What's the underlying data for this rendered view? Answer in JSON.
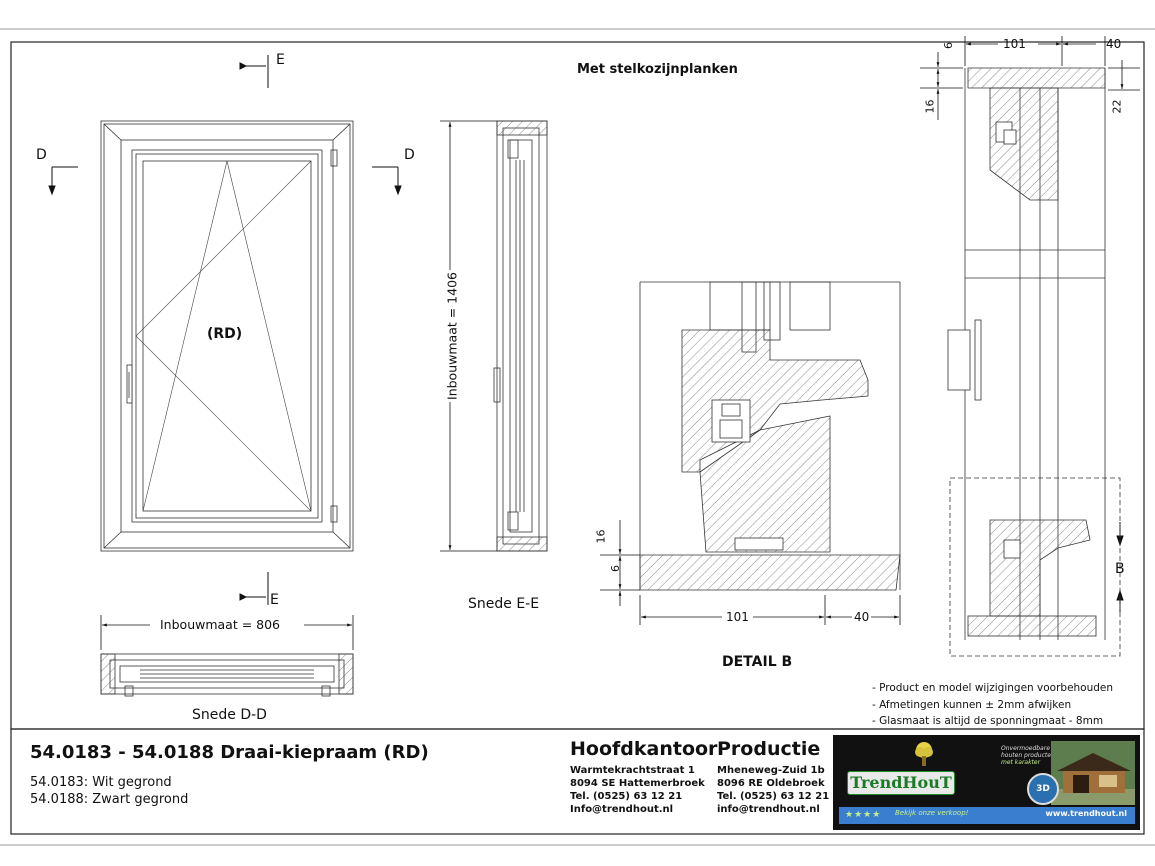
{
  "drawing": {
    "heading": "Met stelkozijnplanken",
    "section_marker_e": "E",
    "section_marker_d": "D",
    "section_marker_b": "B",
    "opening_label": "(RD)",
    "dim_height": "Inbouwmaat = 1406",
    "dim_width": "Inbouwmaat = 806",
    "caption_dd": "Snede D-D",
    "caption_ee": "Snede E-E",
    "caption_detail": "DETAIL  B",
    "detail_dims": {
      "d16": "16",
      "d6": "6",
      "d101": "101",
      "d40": "40"
    },
    "top_dims": {
      "d6": "6",
      "d101": "101",
      "d40": "40",
      "d16": "16",
      "d22": "22"
    }
  },
  "title_block": {
    "title": "54.0183 - 54.0188 Draai-kiepraam (RD)",
    "variant_1": "54.0183: Wit gegrond",
    "variant_2": "54.0188: Zwart gegrond"
  },
  "office": {
    "heading": "Hoofdkantoor",
    "street": "Warmtekrachtstraat 1",
    "city": "8094 SE Hattemerbroek",
    "phone": "Tel. (0525) 63 12 21",
    "email": "Info@trendhout.nl"
  },
  "production": {
    "heading": "Productie",
    "street": "Mheneweg-Zuid 1b",
    "city": "8096 RE Oldebroek",
    "phone": "Tel. (0525) 63 12 21",
    "email": "info@trendhout.nl"
  },
  "notes": [
    "- Product en model wijzigingen voorbehouden",
    "- Afmetingen kunnen ± 2mm afwijken",
    "- Glasmaat is altijd de sponningmaat - 8mm"
  ],
  "brand": {
    "logo": "TrendHouT",
    "slogan_1": "Onvermoedbare",
    "slogan_2": "houten producten",
    "slogan_3": "met karakter",
    "badge": "3D",
    "stars": "★★★★",
    "rating_text": "Bekijk onze verkoop!",
    "url": "www.trendhout.nl",
    "colors": {
      "bg": "#111111",
      "logo_green": "#1a7a25",
      "bar_blue": "#3a7ed0",
      "accent_lime": "#c8f08a"
    }
  }
}
